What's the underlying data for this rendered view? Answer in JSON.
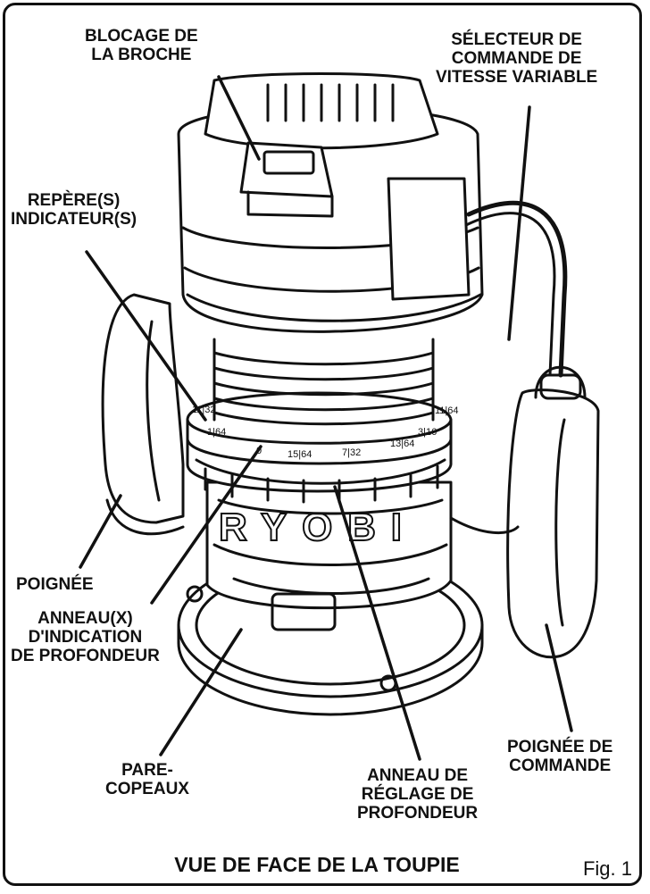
{
  "labels": {
    "spindle_lock": [
      "BLOCAGE DE",
      "LA BROCHE"
    ],
    "speed_selector": [
      "SÉLECTEUR DE",
      "COMMANDE DE",
      "VITESSE VARIABLE"
    ],
    "indicator_marks": [
      "REPÈRE(S)",
      "INDICATEUR(S)"
    ],
    "handle": [
      "POIGNÉE"
    ],
    "depth_ring": [
      "ANNEAU(X)",
      "D'INDICATION",
      "DE PROFONDEUR"
    ],
    "chip_shield": [
      "PARE-",
      "COPEAUX"
    ],
    "depth_adjust_ring": [
      "ANNEAU DE",
      "RÉGLAGE DE",
      "PROFONDEUR"
    ],
    "control_handle": [
      "POIGNÉE DE",
      "COMMANDE"
    ]
  },
  "scale_marks": [
    "11|32",
    "1|64",
    "0",
    "15|64",
    "7|32",
    "13|64",
    "3|16",
    "11|64"
  ],
  "brand": "RYOBI",
  "caption": "VUE DE FACE DE LA TOUPIE",
  "figure": "Fig. 1"
}
